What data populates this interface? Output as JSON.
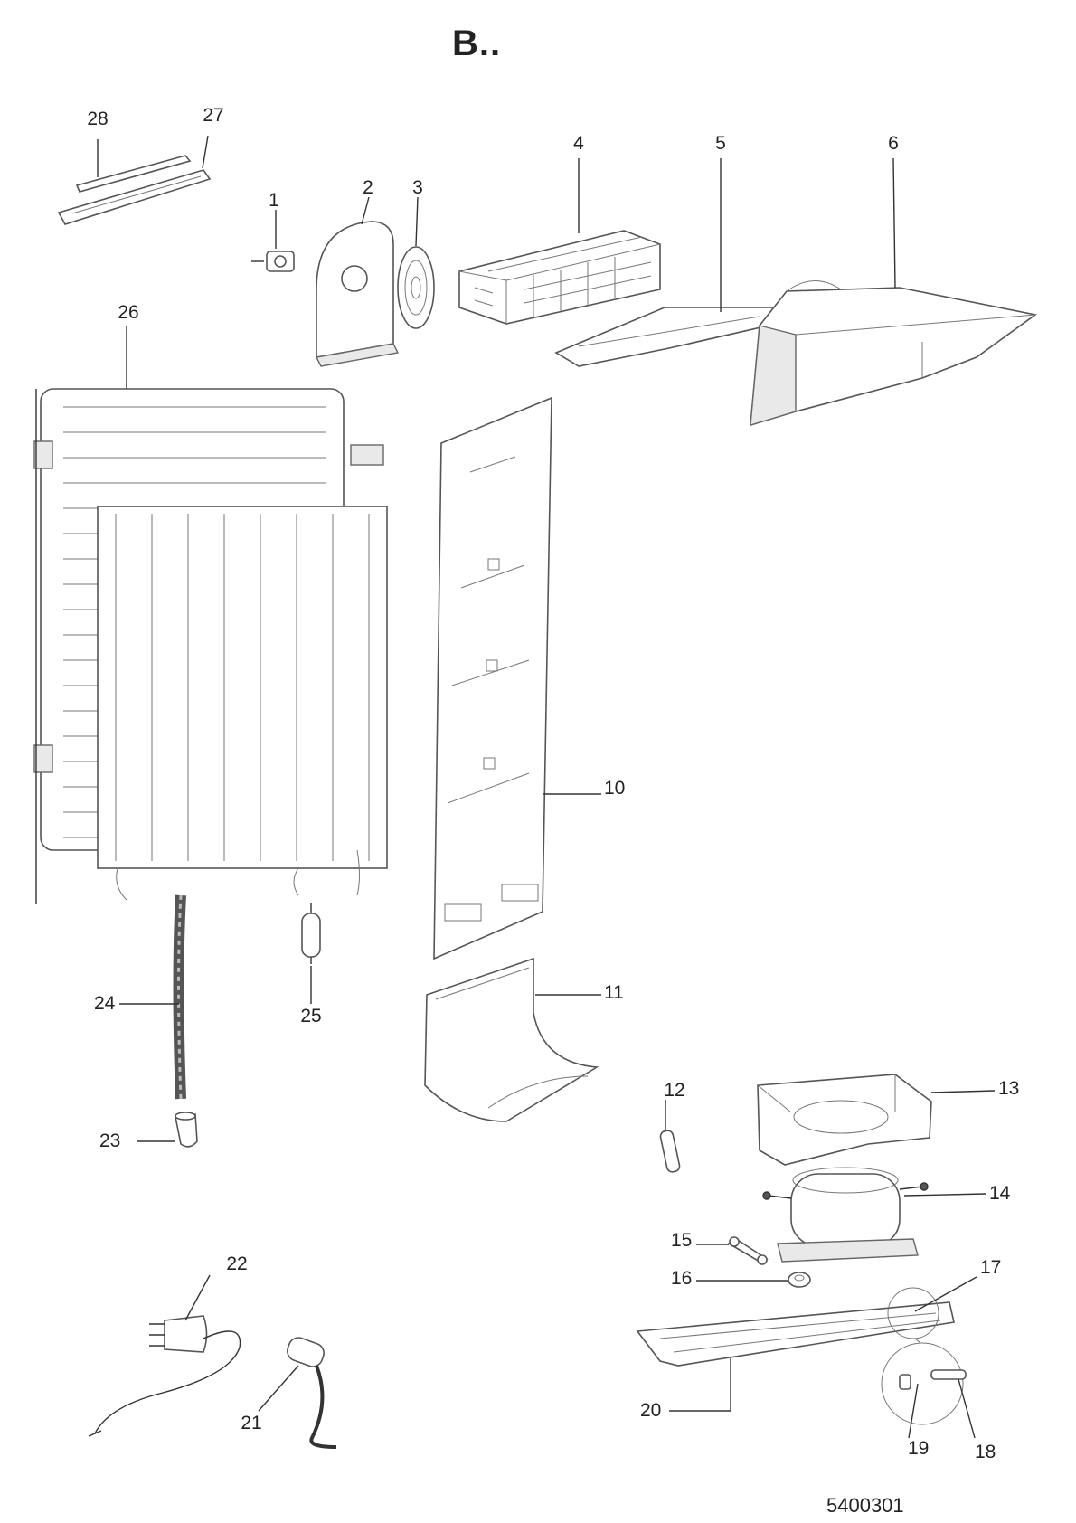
{
  "title": "B..",
  "drawing_number": "5400301",
  "callouts": {
    "p1": "1",
    "p2": "2",
    "p3": "3",
    "p4": "4",
    "p5": "5",
    "p6": "6",
    "p10": "10",
    "p11": "11",
    "p12": "12",
    "p13": "13",
    "p14": "14",
    "p15": "15",
    "p16": "16",
    "p17": "17",
    "p18": "18",
    "p19": "19",
    "p20": "20",
    "p21": "21",
    "p22": "22",
    "p23": "23",
    "p24": "24",
    "p25": "25",
    "p26": "26",
    "p27": "27",
    "p28": "28"
  }
}
